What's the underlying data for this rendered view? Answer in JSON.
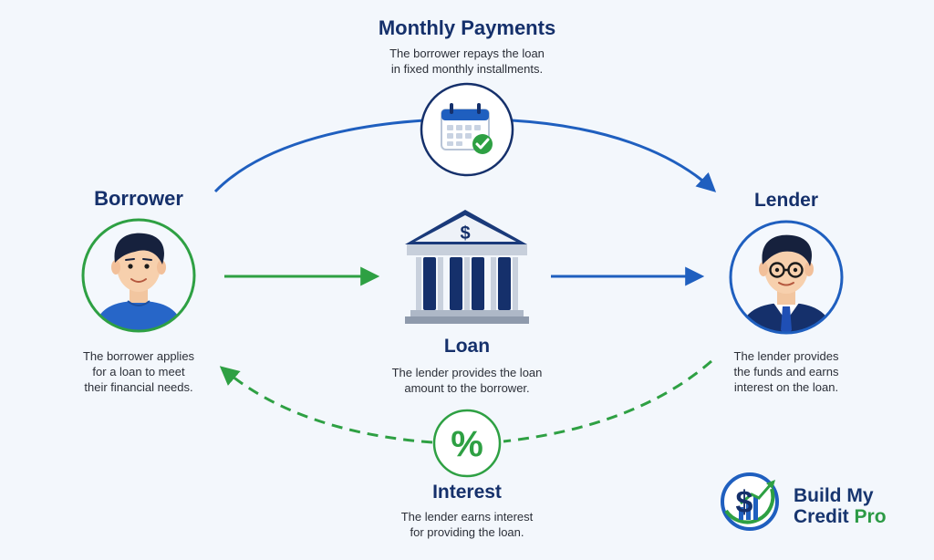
{
  "monthly_payments": {
    "title": "Monthly Payments",
    "desc_line1": "The borrower repays the loan",
    "desc_line2": "in fixed monthly installments."
  },
  "borrower": {
    "title": "Borrower",
    "desc_line1": "The borrower applies",
    "desc_line2": "for a loan to meet",
    "desc_line3": "their financial needs."
  },
  "lender": {
    "title": "Lender",
    "desc_line1": "The lender provides",
    "desc_line2": "the funds and earns",
    "desc_line3": "interest on the loan."
  },
  "loan": {
    "title": "Loan",
    "desc_line1": "The lender provides the loan",
    "desc_line2": "amount to the borrower."
  },
  "interest": {
    "title": "Interest",
    "symbol": "%",
    "desc_line1": "The lender earns interest",
    "desc_line2": "for providing the loan."
  },
  "brand": {
    "line1": "Build My",
    "line2_a": "Credit ",
    "line2_b": "Pro",
    "logo_symbol": "$"
  },
  "bank": {
    "symbol": "$"
  },
  "colors": {
    "navy": "#15306b",
    "blue": "#1f5fbf",
    "green": "#2ea043",
    "text": "#2b2f38",
    "background": "#f3f7fc"
  },
  "icons": {
    "calendar": "calendar-check-icon",
    "bank": "bank-icon",
    "percent": "percent-icon",
    "borrower": "borrower-avatar",
    "lender": "lender-avatar"
  }
}
